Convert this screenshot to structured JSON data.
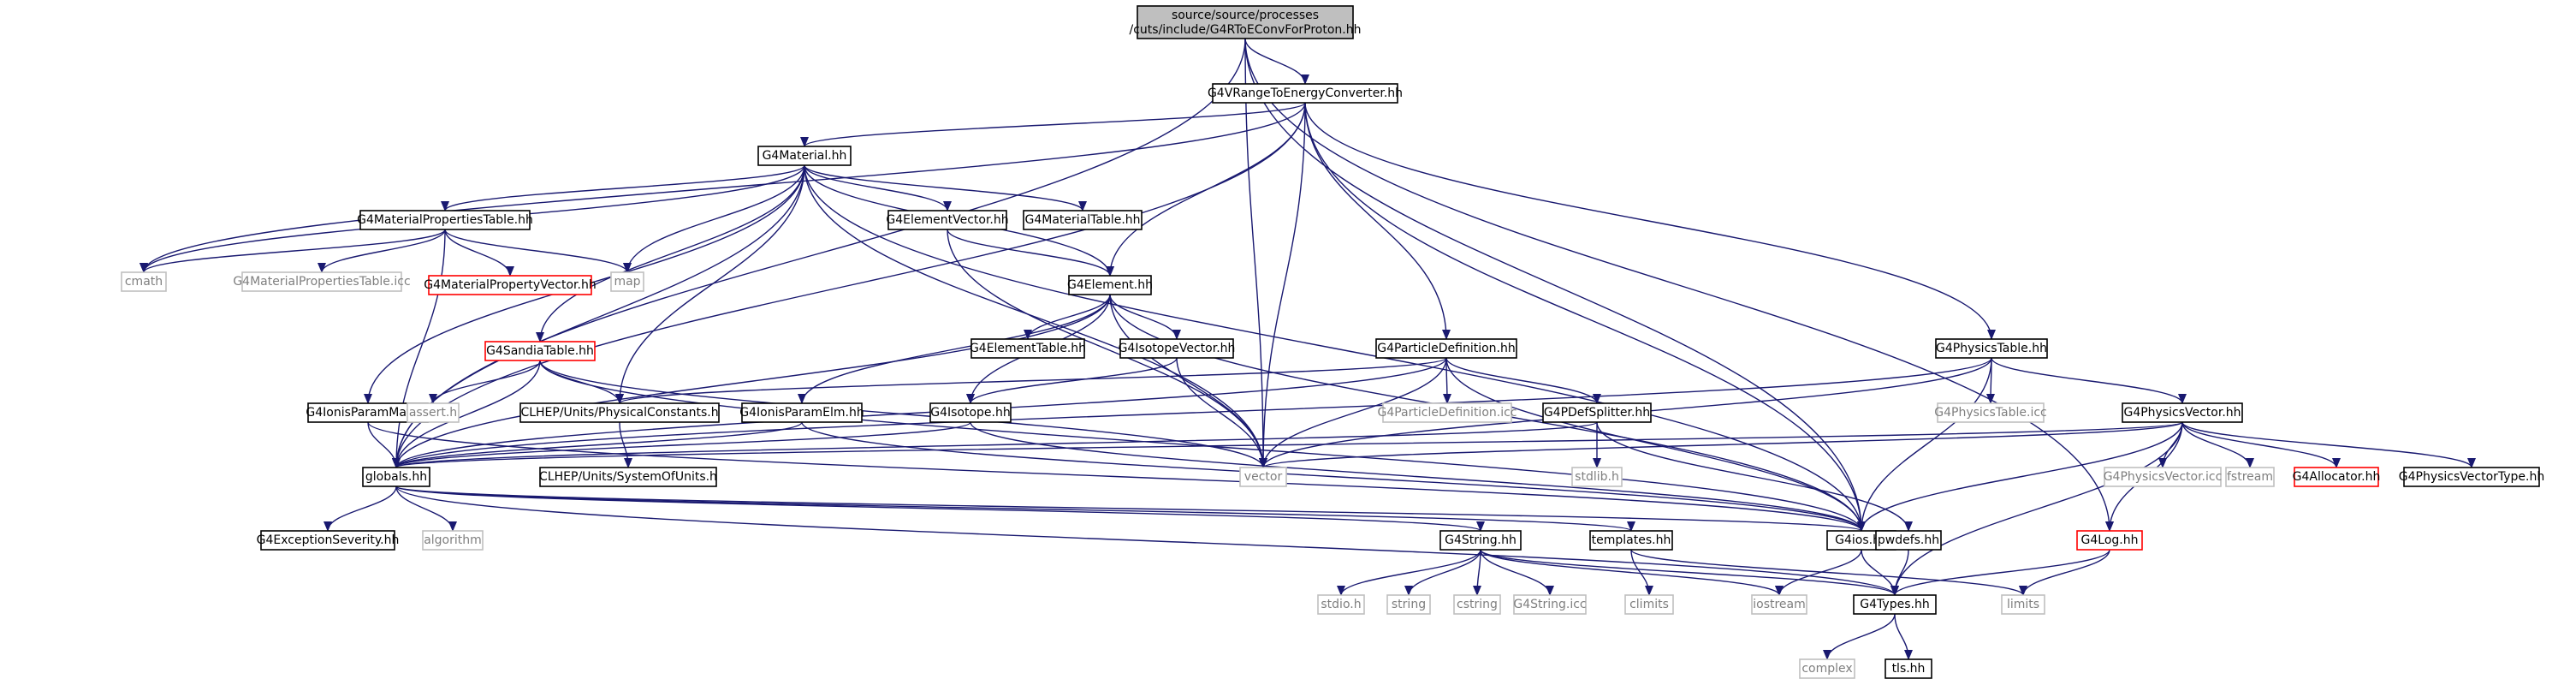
{
  "diagram": {
    "root_label_line1": "source/source/processes",
    "root_label_line2": "/cuts/include/G4RToEConvForProton.hh",
    "colors": {
      "edge": "#191970",
      "root_fill": "#bfbfbf",
      "node_border": "#000000",
      "missing_border": "#bfbfbf",
      "undoc_border": "#ff0000",
      "missing_text": "#7f7f7f"
    },
    "nodes": [
      {
        "id": "root",
        "label": "source/source/processes/cuts/include/G4RToEConvForProton.hh",
        "kind": "root"
      },
      {
        "id": "vrange",
        "label": "G4VRangeToEnergyConverter.hh",
        "kind": "normal"
      },
      {
        "id": "material",
        "label": "G4Material.hh",
        "kind": "normal"
      },
      {
        "id": "mpt",
        "label": "G4MaterialPropertiesTable.hh",
        "kind": "normal"
      },
      {
        "id": "cmath",
        "label": "cmath",
        "kind": "system"
      },
      {
        "id": "mpticc",
        "label": "G4MaterialPropertiesTable.icc",
        "kind": "system"
      },
      {
        "id": "mpv",
        "label": "G4MaterialPropertyVector.hh",
        "kind": "undoc"
      },
      {
        "id": "map",
        "label": "map",
        "kind": "system"
      },
      {
        "id": "elvec",
        "label": "G4ElementVector.hh",
        "kind": "normal"
      },
      {
        "id": "mattable",
        "label": "G4MaterialTable.hh",
        "kind": "normal"
      },
      {
        "id": "element",
        "label": "G4Element.hh",
        "kind": "normal"
      },
      {
        "id": "eltable",
        "label": "G4ElementTable.hh",
        "kind": "normal"
      },
      {
        "id": "isovec",
        "label": "G4IsotopeVector.hh",
        "kind": "normal"
      },
      {
        "id": "sandia",
        "label": "G4SandiaTable.hh",
        "kind": "undoc"
      },
      {
        "id": "ionismat",
        "label": "G4IonisParamMat.hh",
        "kind": "normal"
      },
      {
        "id": "assert",
        "label": "assert.h",
        "kind": "system"
      },
      {
        "id": "clhepphys",
        "label": "CLHEP/Units/PhysicalConstants.h",
        "kind": "normal"
      },
      {
        "id": "ionisel",
        "label": "G4IonisParamElm.hh",
        "kind": "normal"
      },
      {
        "id": "isotope",
        "label": "G4Isotope.hh",
        "kind": "normal"
      },
      {
        "id": "partdef",
        "label": "G4ParticleDefinition.hh",
        "kind": "normal"
      },
      {
        "id": "partdeficc",
        "label": "G4ParticleDefinition.icc",
        "kind": "system"
      },
      {
        "id": "pdef",
        "label": "G4PDefSplitter.hh",
        "kind": "normal"
      },
      {
        "id": "phystable",
        "label": "G4PhysicsTable.hh",
        "kind": "normal"
      },
      {
        "id": "phystableicc",
        "label": "G4PhysicsTable.icc",
        "kind": "system"
      },
      {
        "id": "physvec",
        "label": "G4PhysicsVector.hh",
        "kind": "normal"
      },
      {
        "id": "globals",
        "label": "globals.hh",
        "kind": "normal"
      },
      {
        "id": "vector",
        "label": "vector",
        "kind": "system"
      },
      {
        "id": "clhepsou",
        "label": "CLHEP/Units/SystemOfUnits.h",
        "kind": "normal"
      },
      {
        "id": "stdlib",
        "label": "stdlib.h",
        "kind": "system"
      },
      {
        "id": "physvecicc",
        "label": "G4PhysicsVector.icc",
        "kind": "system"
      },
      {
        "id": "fstream",
        "label": "fstream",
        "kind": "system"
      },
      {
        "id": "allocator",
        "label": "G4Allocator.hh",
        "kind": "undoc"
      },
      {
        "id": "physvectype",
        "label": "G4PhysicsVectorType.hh",
        "kind": "normal"
      },
      {
        "id": "excsev",
        "label": "G4ExceptionSeverity.hh",
        "kind": "normal"
      },
      {
        "id": "algorithm",
        "label": "algorithm",
        "kind": "system"
      },
      {
        "id": "g4string",
        "label": "G4String.hh",
        "kind": "normal"
      },
      {
        "id": "templates",
        "label": "templates.hh",
        "kind": "normal"
      },
      {
        "id": "g4ios",
        "label": "G4ios.hh",
        "kind": "normal"
      },
      {
        "id": "pwdefs",
        "label": "pwdefs.hh",
        "kind": "normal"
      },
      {
        "id": "g4log",
        "label": "G4Log.hh",
        "kind": "undoc"
      },
      {
        "id": "stdio",
        "label": "stdio.h",
        "kind": "system"
      },
      {
        "id": "string",
        "label": "string",
        "kind": "system"
      },
      {
        "id": "cstring",
        "label": "cstring",
        "kind": "system"
      },
      {
        "id": "g4stringicc",
        "label": "G4String.icc",
        "kind": "system"
      },
      {
        "id": "climits",
        "label": "climits",
        "kind": "system"
      },
      {
        "id": "iostream",
        "label": "iostream",
        "kind": "system"
      },
      {
        "id": "g4types",
        "label": "G4Types.hh",
        "kind": "normal"
      },
      {
        "id": "limits",
        "label": "limits",
        "kind": "system"
      },
      {
        "id": "complex",
        "label": "complex",
        "kind": "system"
      },
      {
        "id": "tls",
        "label": "tls.hh",
        "kind": "normal"
      }
    ],
    "edges": [
      [
        "root",
        "vrange"
      ],
      [
        "root",
        "globals"
      ],
      [
        "root",
        "vector"
      ],
      [
        "root",
        "g4ios"
      ],
      [
        "root",
        "g4log"
      ],
      [
        "vrange",
        "material"
      ],
      [
        "vrange",
        "element"
      ],
      [
        "vrange",
        "partdef"
      ],
      [
        "vrange",
        "phystable"
      ],
      [
        "vrange",
        "globals"
      ],
      [
        "vrange",
        "vector"
      ],
      [
        "vrange",
        "g4ios"
      ],
      [
        "vrange",
        "cmath"
      ],
      [
        "material",
        "mpt"
      ],
      [
        "material",
        "cmath"
      ],
      [
        "material",
        "map"
      ],
      [
        "material",
        "elvec"
      ],
      [
        "material",
        "mattable"
      ],
      [
        "material",
        "element"
      ],
      [
        "material",
        "sandia"
      ],
      [
        "material",
        "ionismat"
      ],
      [
        "material",
        "clhepphys"
      ],
      [
        "material",
        "vector"
      ],
      [
        "material",
        "globals"
      ],
      [
        "material",
        "g4ios"
      ],
      [
        "mpt",
        "cmath"
      ],
      [
        "mpt",
        "mpticc"
      ],
      [
        "mpt",
        "mpv"
      ],
      [
        "mpt",
        "map"
      ],
      [
        "mpt",
        "globals"
      ],
      [
        "elvec",
        "element"
      ],
      [
        "elvec",
        "vector"
      ],
      [
        "element",
        "eltable"
      ],
      [
        "element",
        "isovec"
      ],
      [
        "element",
        "isotope"
      ],
      [
        "element",
        "ionisel"
      ],
      [
        "element",
        "globals"
      ],
      [
        "element",
        "vector"
      ],
      [
        "element",
        "g4ios"
      ],
      [
        "isovec",
        "isotope"
      ],
      [
        "isovec",
        "vector"
      ],
      [
        "sandia",
        "assert"
      ],
      [
        "sandia",
        "clhepphys"
      ],
      [
        "sandia",
        "globals"
      ],
      [
        "sandia",
        "vector"
      ],
      [
        "sandia",
        "g4ios"
      ],
      [
        "ionismat",
        "globals"
      ],
      [
        "ionismat",
        "g4ios"
      ],
      [
        "clhepphys",
        "clhepsou"
      ],
      [
        "ionisel",
        "globals"
      ],
      [
        "ionisel",
        "g4ios"
      ],
      [
        "isotope",
        "globals"
      ],
      [
        "isotope",
        "g4ios"
      ],
      [
        "partdef",
        "partdeficc"
      ],
      [
        "partdef",
        "pdef"
      ],
      [
        "partdef",
        "clhepphys"
      ],
      [
        "partdef",
        "vector"
      ],
      [
        "partdef",
        "globals"
      ],
      [
        "partdef",
        "g4ios"
      ],
      [
        "pdef",
        "stdlib"
      ],
      [
        "pdef",
        "pwdefs"
      ],
      [
        "pdef",
        "globals"
      ],
      [
        "phystable",
        "phystableicc"
      ],
      [
        "phystable",
        "physvec"
      ],
      [
        "phystable",
        "vector"
      ],
      [
        "phystable",
        "globals"
      ],
      [
        "phystable",
        "g4ios"
      ],
      [
        "physvec",
        "physvecicc"
      ],
      [
        "physvec",
        "fstream"
      ],
      [
        "physvec",
        "allocator"
      ],
      [
        "physvec",
        "physvectype"
      ],
      [
        "physvec",
        "vector"
      ],
      [
        "physvec",
        "globals"
      ],
      [
        "physvec",
        "g4ios"
      ],
      [
        "physvec",
        "g4log"
      ],
      [
        "physvec",
        "g4types"
      ],
      [
        "globals",
        "excsev"
      ],
      [
        "globals",
        "algorithm"
      ],
      [
        "globals",
        "g4string"
      ],
      [
        "globals",
        "templates"
      ],
      [
        "globals",
        "g4ios"
      ],
      [
        "globals",
        "g4types"
      ],
      [
        "g4string",
        "stdio"
      ],
      [
        "g4string",
        "string"
      ],
      [
        "g4string",
        "cstring"
      ],
      [
        "g4string",
        "g4stringicc"
      ],
      [
        "g4string",
        "g4types"
      ],
      [
        "g4string",
        "iostream"
      ],
      [
        "templates",
        "climits"
      ],
      [
        "templates",
        "limits"
      ],
      [
        "g4ios",
        "iostream"
      ],
      [
        "g4ios",
        "g4types"
      ],
      [
        "pwdefs",
        "g4types"
      ],
      [
        "g4log",
        "g4types"
      ],
      [
        "g4log",
        "limits"
      ],
      [
        "g4types",
        "complex"
      ],
      [
        "g4types",
        "tls"
      ]
    ]
  }
}
